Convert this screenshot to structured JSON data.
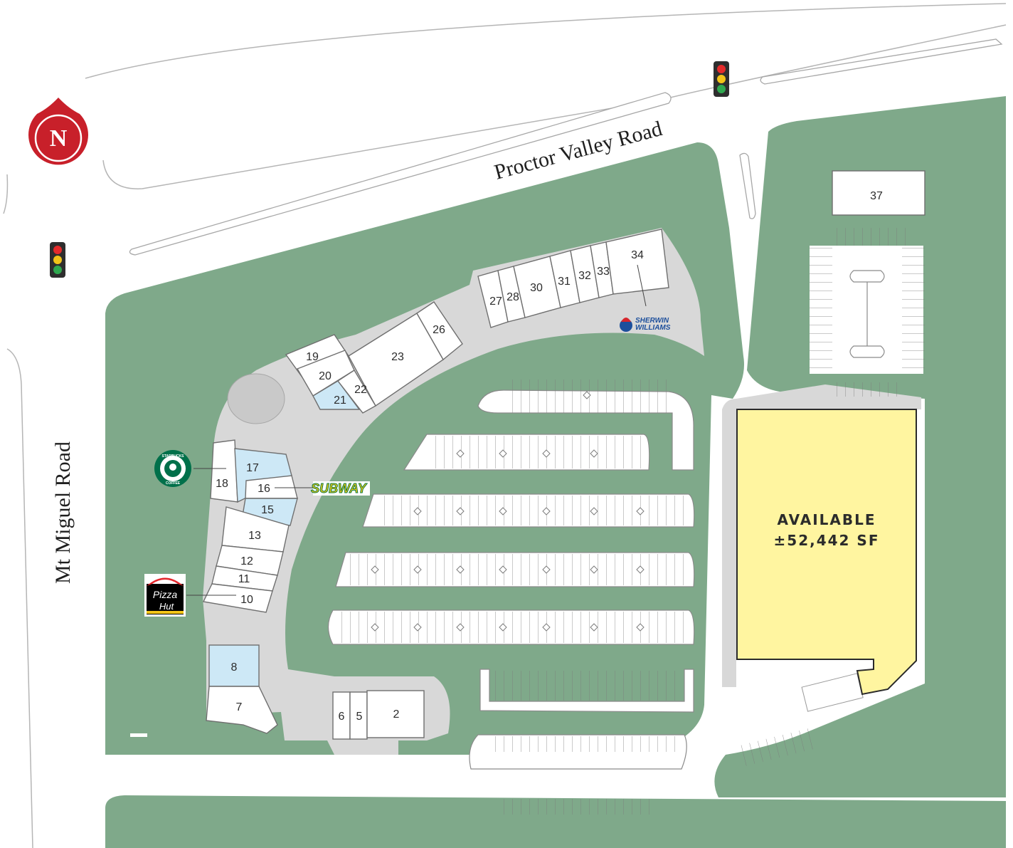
{
  "map": {
    "roads": {
      "north": "Proctor Valley Road",
      "west": "Mt Miguel Road"
    },
    "compass": {
      "letter": "N",
      "icon": "north-arrow-icon",
      "color": "#c8202a"
    },
    "colors": {
      "landscape": "#7fa98a",
      "pavement": "#d8d8d8",
      "available_fill": "#fff5a0",
      "leased_highlight": "#cde8f6"
    },
    "available_space": {
      "label": "AVAILABLE",
      "size": "±52,442 SF"
    },
    "tenant_logos": [
      {
        "name": "Sherwin Williams",
        "icon": "sherwin-williams-logo",
        "text_lines": [
          "SHERWIN",
          "WILLIAMS"
        ]
      },
      {
        "name": "Subway",
        "icon": "subway-logo",
        "text": "SUBWAY"
      },
      {
        "name": "Starbucks Coffee",
        "icon": "starbucks-logo",
        "text_top": "STARBUCKS",
        "text_bottom": "COFFEE"
      },
      {
        "name": "Pizza Hut",
        "icon": "pizza-hut-logo",
        "text_lines": [
          "Pizza",
          "Hut"
        ]
      }
    ],
    "units": {
      "u2": "2",
      "u5": "5",
      "u6": "6",
      "u7": "7",
      "u8": "8",
      "u10": "10",
      "u11": "11",
      "u12": "12",
      "u13": "13",
      "u15": "15",
      "u16": "16",
      "u17": "17",
      "u18": "18",
      "u19": "19",
      "u20": "20",
      "u21": "21",
      "u22": "22",
      "u23": "23",
      "u26": "26",
      "u27": "27",
      "u28": "28",
      "u30": "30",
      "u31": "31",
      "u32": "32",
      "u33": "33",
      "u34": "34",
      "u37": "37"
    },
    "traffic_signals": 2
  }
}
